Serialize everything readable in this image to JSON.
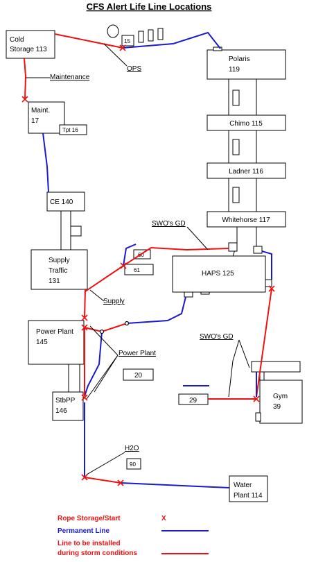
{
  "title": "CFS Alert Life Line Locations",
  "buildings": {
    "cold_storage": "Cold Storage 113",
    "cold_storage_line1": "Cold",
    "cold_storage_line2": "Storage 113",
    "bldg_15": "15",
    "polaris_line1": "Polaris",
    "polaris_line2": "119",
    "maint_line1": "Maint.",
    "maint_line2": "17",
    "tpt": "Tpt 16",
    "chimo": "Chimo 115",
    "ladner": "Ladner 116",
    "whitehorse": "Whitehorse 117",
    "ce": "CE 140",
    "supply_line1": "Supply",
    "supply_line2": "Traffic",
    "supply_line3": "131",
    "bldg_60": "60",
    "bldg_61": "61",
    "haps": "HAPS 125",
    "power_line1": "Power Plant",
    "power_line2": "145",
    "bldg_20": "20",
    "stbpp_line1": "StbPP",
    "stbpp_line2": "146",
    "bldg_29": "29",
    "gym_line1": "Gym",
    "gym_line2": "39",
    "bldg_90": "90",
    "water_line1": "Water",
    "water_line2": "Plant 114"
  },
  "annotations": {
    "maintenance": "Maintenance",
    "ops": "OPS",
    "swo_gd_upper": "SWO's GD",
    "supply": "Supply",
    "power_plant": "Power Plant",
    "swo_gd_lower": "SWO's GD",
    "h2o": "H2O"
  },
  "legend": {
    "rope_storage": "Rope Storage/Start",
    "rope_symbol": "X",
    "permanent": "Permanent Line",
    "install_line1": "Line to be installed",
    "install_line2": "during storm conditions"
  },
  "colors": {
    "storm_line": "#ee1111",
    "permanent_line": "#1a1acc",
    "legend_rope": "#ee1111",
    "legend_permanent": "#1a1acc",
    "legend_install": "#ee1111"
  }
}
